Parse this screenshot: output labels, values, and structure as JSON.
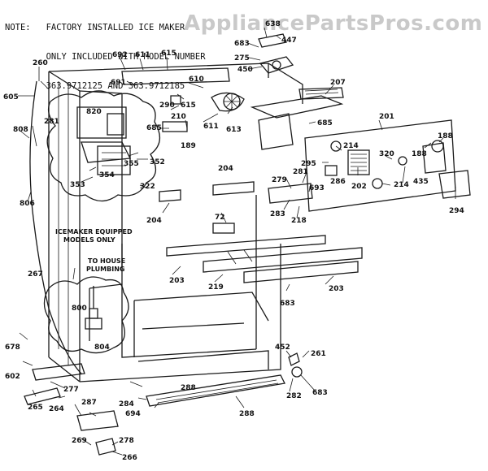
{
  "note": {
    "line1": "NOTE:   FACTORY INSTALLED ICE MAKER",
    "line2": "        ONLY INCLUDED WITH MODEL NUMBER",
    "line3": "        363.9712125 AND 363.9712185"
  },
  "watermark": "AppliancePartsPros.com",
  "callouts": {
    "icemaker_equipped": [
      "ICEMAKER EQUIPPED",
      "MODELS ONLY"
    ],
    "house_plumbing": [
      "TO HOUSE",
      "PLUMBING"
    ]
  },
  "part_labels": {
    "p260": "260",
    "p605": "605",
    "p808": "808",
    "p806": "806",
    "p267": "267",
    "p678": "678",
    "p602": "602",
    "p265": "265",
    "p264": "264",
    "p277": "277",
    "p287": "287",
    "p269": "269",
    "p278": "278",
    "p266": "266",
    "p284": "284",
    "p694": "694",
    "p288a": "288",
    "p288b": "288",
    "p692": "692",
    "p611": "611",
    "p615a": "615",
    "p615b": "615",
    "p691": "691",
    "p610": "610",
    "p290": "290",
    "p210": "210",
    "p611b": "611",
    "p613": "613",
    "p820": "820",
    "p685a": "685",
    "p189": "189",
    "p281a": "281",
    "p355": "355",
    "p352": "352",
    "p354": "354",
    "p353": "353",
    "p322": "322",
    "p204a": "204",
    "p204b": "204",
    "p72": "72",
    "p203a": "203",
    "p219": "219",
    "p203b": "203",
    "p683a": "683",
    "p800": "800",
    "p804": "804",
    "p638": "638",
    "p447": "447",
    "p683b": "683",
    "p275": "275",
    "p450": "450",
    "p207": "207",
    "p685b": "685",
    "p201": "201",
    "p188a": "188",
    "p214a": "214",
    "p320": "320",
    "p188b": "188",
    "p295": "295",
    "p286": "286",
    "p202": "202",
    "p435": "435",
    "p214b": "214",
    "p281b": "281",
    "p279": "279",
    "p693": "693",
    "p283": "283",
    "p218": "218",
    "p294": "294",
    "p452": "452",
    "p261": "261",
    "p282": "282",
    "p683c": "683"
  }
}
